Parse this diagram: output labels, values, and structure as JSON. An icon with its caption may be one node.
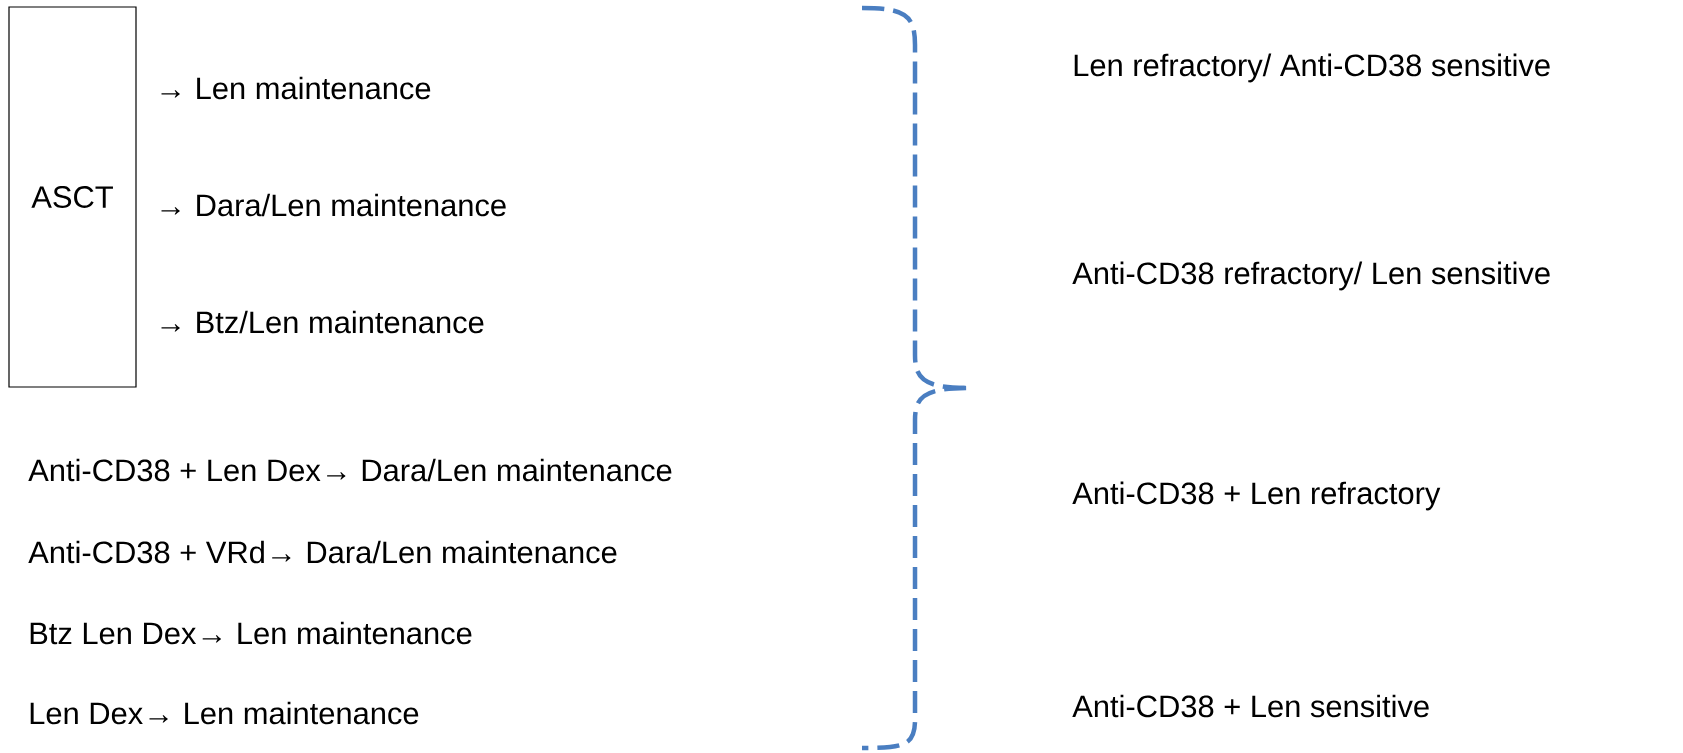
{
  "diagram": {
    "nodes": [
      {
        "text": [
          "ASCT"
        ]
      }
    ],
    "labels": [
      "→ Len maintenance",
      "→ Dara/Len maintenance",
      "→ Btz/Len maintenance",
      "Anti-CD38 + Len Dex→ Dara/Len maintenance",
      "Anti-CD38 + VRd→ Dara/Len maintenance",
      "Btz Len Dex→ Len maintenance",
      "Len Dex→ Len maintenance",
      "Len refractory/ Anti-CD38 sensitive",
      "Anti-CD38 refractory/ Len sensitive",
      "Anti-CD38 + Len refractory",
      "Anti-CD38 + Len sensitive"
    ]
  }
}
